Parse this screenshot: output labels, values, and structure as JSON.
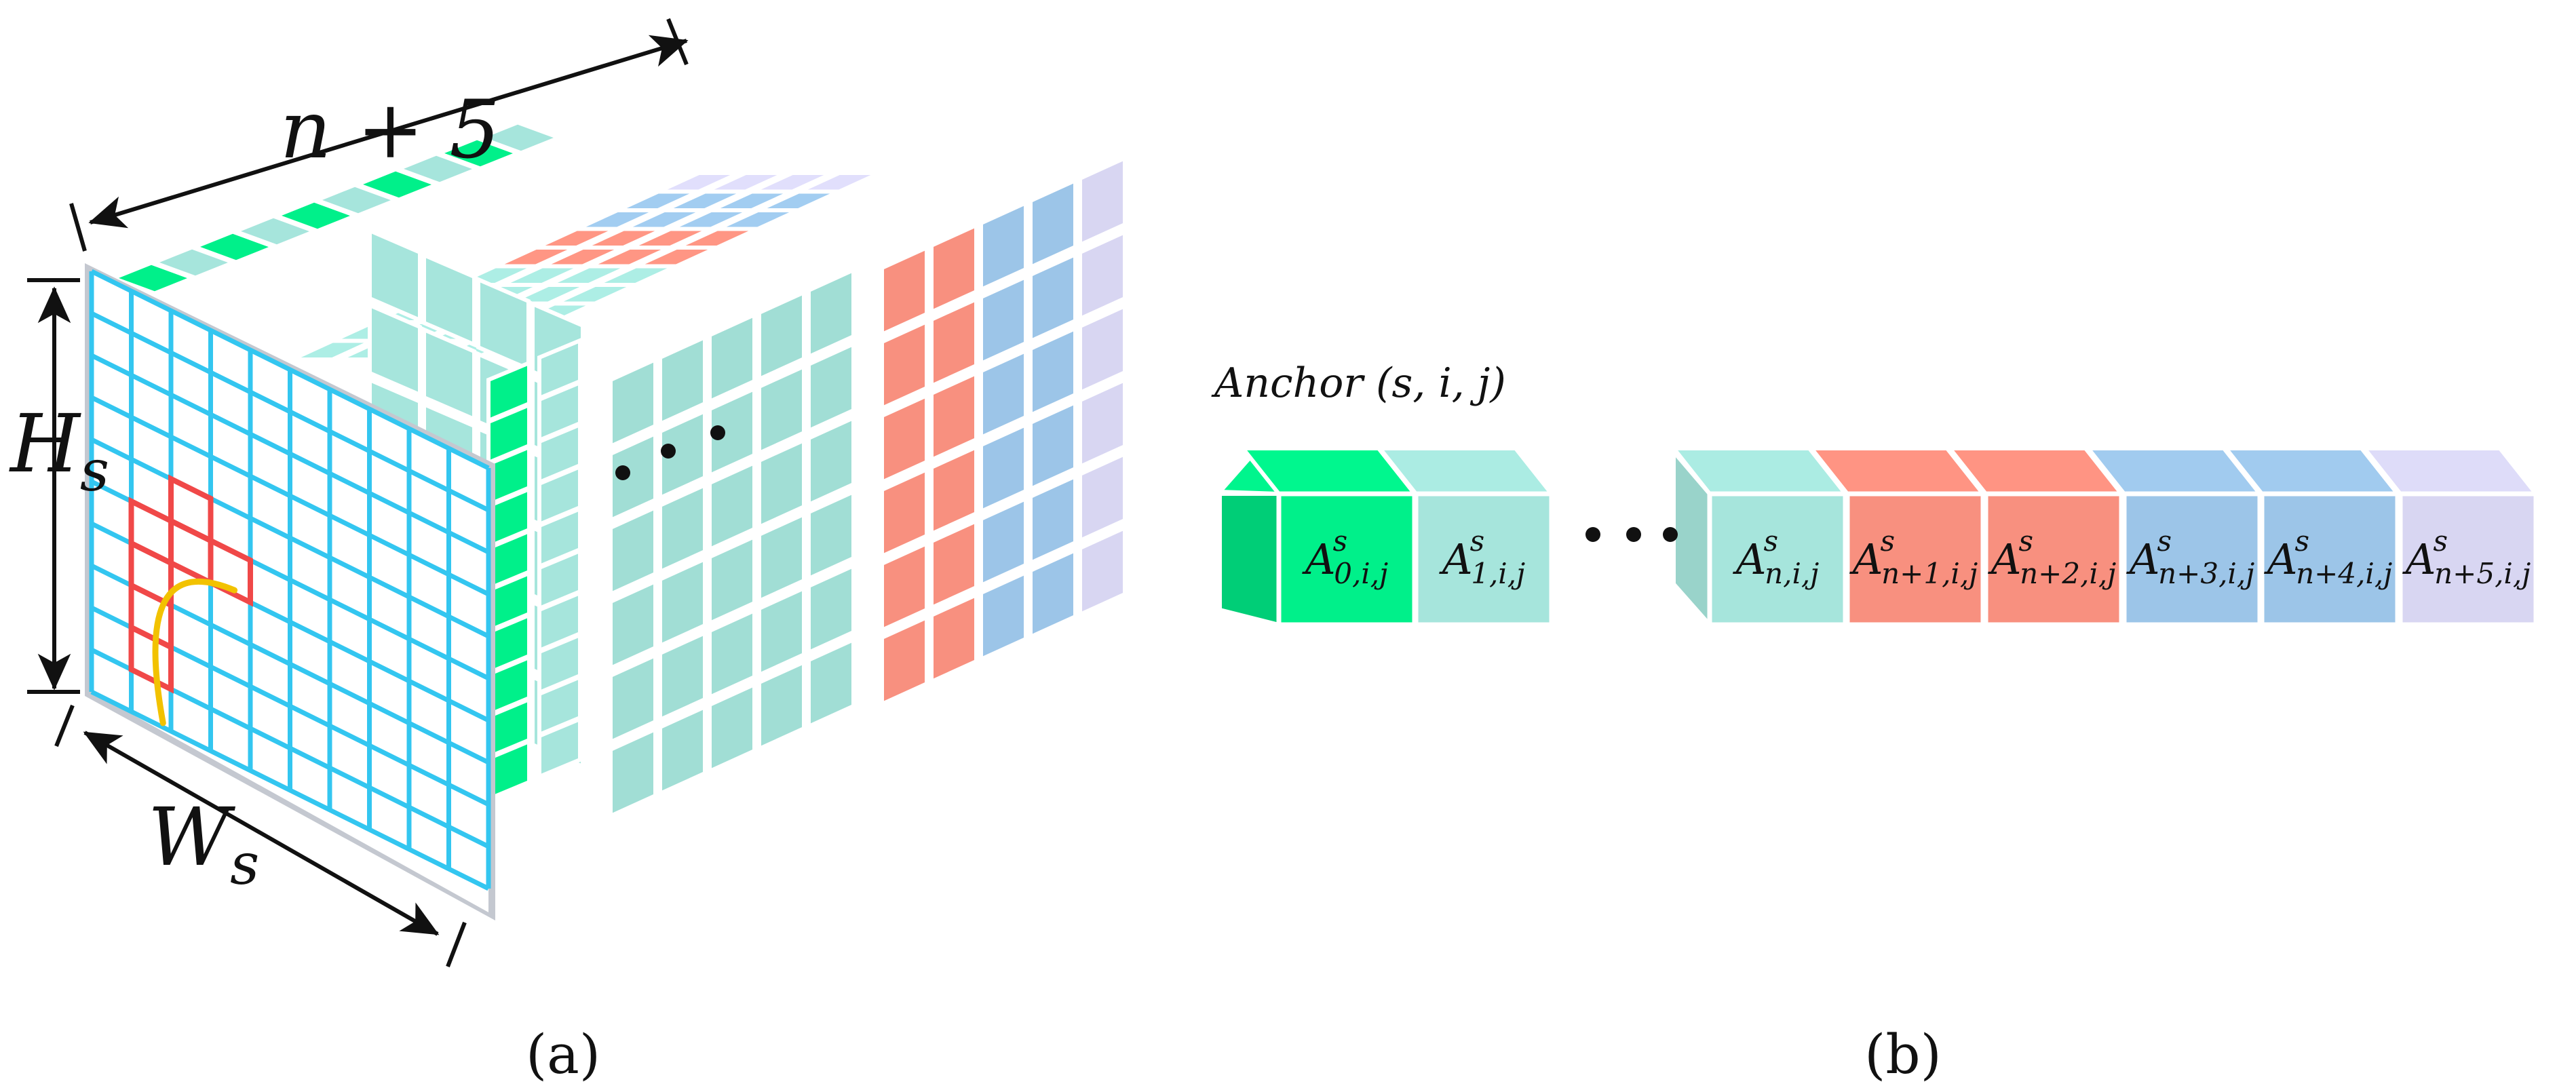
{
  "panel_a": {
    "caption": "(a)",
    "depth_label": "n + 5",
    "height_label": "H",
    "height_sub": "s",
    "width_label": "W",
    "width_sub": "s"
  },
  "panel_b": {
    "caption": "(b)",
    "anchor_label": "Anchor (s, i, j)",
    "cells": [
      {
        "base": "A",
        "sup": "s",
        "sub": "0,i,j",
        "color": "#00f08a"
      },
      {
        "base": "A",
        "sup": "s",
        "sub": "1,i,j",
        "color": "#a6e5dc"
      },
      {
        "base": "A",
        "sup": "s",
        "sub": "n,i,j",
        "color": "#a6e5dc"
      },
      {
        "base": "A",
        "sup": "s",
        "sub": "n+1,i,j",
        "color": "#f8907f"
      },
      {
        "base": "A",
        "sup": "s",
        "sub": "n+2,i,j",
        "color": "#f8907f"
      },
      {
        "base": "A",
        "sup": "s",
        "sub": "n+3,i,j",
        "color": "#9cc5e8"
      },
      {
        "base": "A",
        "sup": "s",
        "sub": "n+4,i,j",
        "color": "#9cc5e8"
      },
      {
        "base": "A",
        "sup": "s",
        "sub": "n+5,i,j",
        "color": "#d8d6f2"
      }
    ]
  },
  "colors": {
    "green": "#00f08a",
    "teal": "#a6e5dc",
    "red": "#f8907f",
    "blue": "#9cc5e8",
    "lavender": "#d8d6f2",
    "grid_line": "#33c6f0",
    "highlight": "#f04848",
    "curve": "#f2c200"
  }
}
